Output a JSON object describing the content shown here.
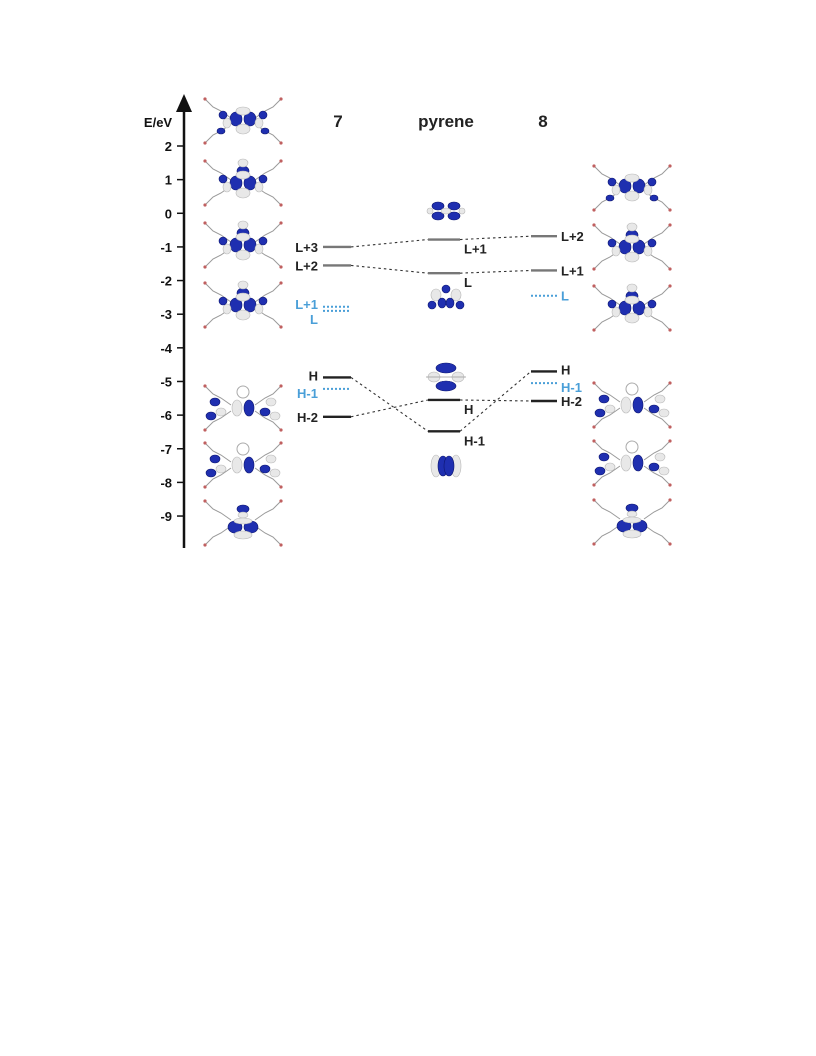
{
  "axis": {
    "label": "E/eV",
    "ticks": [
      2,
      1,
      0,
      -1,
      -2,
      -3,
      -4,
      -5,
      -6,
      -7,
      -8,
      -9
    ],
    "tick_labels": [
      "2",
      "1",
      "0",
      "-1",
      "-2",
      "-3",
      "-4",
      "-5",
      "-6",
      "-7",
      "-8",
      "-9"
    ]
  },
  "columns": [
    {
      "key": "c7",
      "header": "7"
    },
    {
      "key": "pyrene",
      "header": "pyrene"
    },
    {
      "key": "c8",
      "header": "8"
    }
  ],
  "levels": {
    "c7": [
      {
        "label": "L+3",
        "energy": -1.0,
        "style": "solid",
        "color": "#777777"
      },
      {
        "label": "L+2",
        "energy": -1.55,
        "style": "solid",
        "color": "#777777"
      },
      {
        "label": "L+1",
        "energy": -2.78,
        "style": "dotted",
        "color": "#4a9fd8"
      },
      {
        "label": "L",
        "energy": -2.9,
        "style": "dotted",
        "color": "#4a9fd8"
      },
      {
        "label": "H",
        "energy": -4.88,
        "style": "solid",
        "color": "#222222"
      },
      {
        "label": "H-1",
        "energy": -5.22,
        "style": "dotted",
        "color": "#4a9fd8"
      },
      {
        "label": "H-2",
        "energy": -6.05,
        "style": "solid",
        "color": "#222222"
      }
    ],
    "pyrene": [
      {
        "label": "L+1",
        "energy": -0.78,
        "style": "solid",
        "color": "#777777"
      },
      {
        "label": "L",
        "energy": -1.78,
        "style": "solid",
        "color": "#777777"
      },
      {
        "label": "H",
        "energy": -5.55,
        "style": "solid",
        "color": "#222222"
      },
      {
        "label": "H-1",
        "energy": -6.48,
        "style": "solid",
        "color": "#222222"
      }
    ],
    "c8": [
      {
        "label": "L+2",
        "energy": -0.68,
        "style": "solid",
        "color": "#777777"
      },
      {
        "label": "L+1",
        "energy": -1.7,
        "style": "solid",
        "color": "#777777"
      },
      {
        "label": "L",
        "energy": -2.45,
        "style": "dotted",
        "color": "#4a9fd8"
      },
      {
        "label": "H",
        "energy": -4.7,
        "style": "solid",
        "color": "#222222"
      },
      {
        "label": "H-1",
        "energy": -5.05,
        "style": "dotted",
        "color": "#4a9fd8"
      },
      {
        "label": "H-2",
        "energy": -5.58,
        "style": "solid",
        "color": "#222222"
      }
    ]
  },
  "correlations": [
    {
      "from": "c7:L+3",
      "to": "pyrene:L+1"
    },
    {
      "from": "pyrene:L+1",
      "to": "c8:L+2"
    },
    {
      "from": "c7:L+2",
      "to": "pyrene:L"
    },
    {
      "from": "pyrene:L",
      "to": "c8:L+1"
    },
    {
      "from": "c7:H",
      "to": "pyrene:H-1"
    },
    {
      "from": "c7:H-2",
      "to": "pyrene:H"
    },
    {
      "from": "pyrene:H-1",
      "to": "c8:H"
    },
    {
      "from": "pyrene:H",
      "to": "c8:H-2"
    }
  ],
  "orbital_images": {
    "left": [
      "orbital-7-L+3",
      "orbital-7-L+2",
      "orbital-7-L+1",
      "orbital-7-L",
      "orbital-7-H",
      "orbital-7-H-1",
      "orbital-7-H-2"
    ],
    "pyrene": [
      "orbital-pyrene-L+1",
      "orbital-pyrene-L",
      "orbital-pyrene-H",
      "orbital-pyrene-H-1"
    ],
    "right": [
      "orbital-8-L+2",
      "orbital-8-L+1",
      "orbital-8-L",
      "orbital-8-H",
      "orbital-8-H-1",
      "orbital-8-H-2"
    ]
  },
  "colors": {
    "lobe_blue": "#1f2fb0",
    "lobe_white": "#e8e8e8",
    "unoccupied": "#777777",
    "occupied": "#222222",
    "dotted": "#4a9fd8"
  }
}
